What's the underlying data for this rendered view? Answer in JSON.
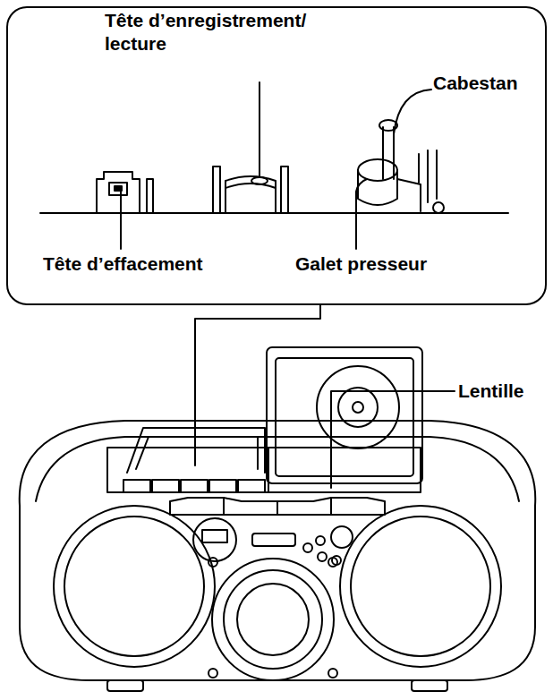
{
  "diagram": {
    "labels": [
      "Tête d’enregistrement/ lecture",
      "Cabestan",
      "Tête d’effacement",
      "Galet presseur",
      "Lentille"
    ]
  }
}
